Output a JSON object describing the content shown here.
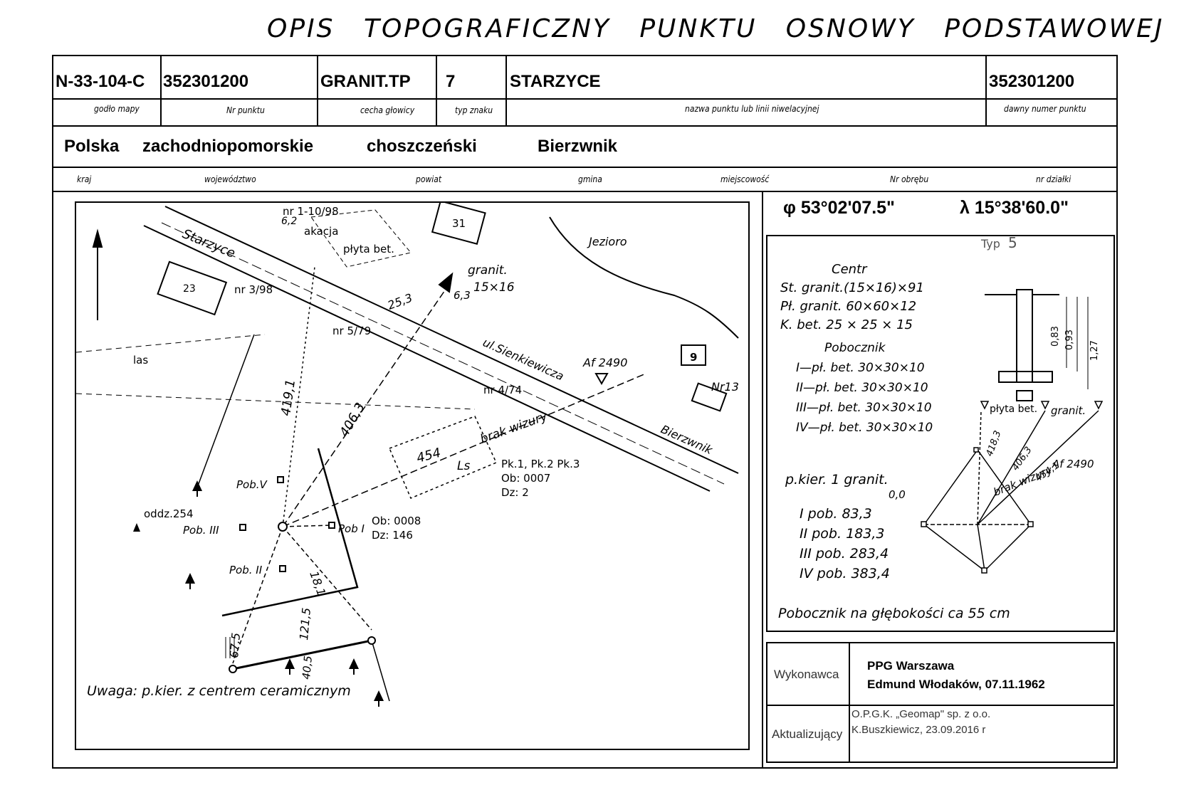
{
  "title": "OPIS TOPOGRAFICZNY PUNKTU OSNOWY PODSTAWOWEJ",
  "header": {
    "godlo": "N-33-104-C",
    "nr_punktu": "352301200",
    "cecha": "GRANIT.TP",
    "typ": "7",
    "nazwa": "STARZYCE",
    "dawny_nr": "352301200",
    "labels": {
      "godlo": "godło mapy",
      "nr_punktu": "Nr punktu",
      "cecha": "cecha głowicy",
      "typ": "typ znaku",
      "nazwa": "nazwa punktu lub linii niwelacyjnej",
      "dawny": "dawny numer punktu"
    }
  },
  "location": {
    "kraj": "Polska",
    "wojewodztwo": "zachodniopomorskie",
    "powiat": "choszczeński",
    "gmina": "Bierzwnik",
    "labels": {
      "kraj": "kraj",
      "woj": "województwo",
      "powiat": "powiat",
      "gmina": "gmina",
      "miejscowosc": "miejscowość",
      "obreb": "Nr obrębu",
      "dzialka": "nr działki"
    }
  },
  "coords": {
    "phi": "φ 53°02'07.5\"",
    "lambda": "λ 15°38'60.0\""
  },
  "map": {
    "street_starzyce": "Starzyce",
    "street_sienkiewicza": "ul.Sienkiewicza",
    "street_bierzwnik": "Bierzwnik",
    "jezioro": "Jezioro",
    "nr1": "nr 1-10/98",
    "akacja": "akacja",
    "plyta": "płyta bet.",
    "nr3": "nr 3/98",
    "nr5": "nr 5/79",
    "nr4": "nr 4/74",
    "granit": "granit.",
    "granit_size": "15×16",
    "las": "las",
    "af": "Af 2490",
    "nr13": "Nr13",
    "house23": "23",
    "house31": "31",
    "house9": "9",
    "brak": "brak wizury",
    "d454": "454",
    "ls": "Ls",
    "d419": "419,1",
    "d406": "406,3",
    "d121": "121,5",
    "d675": "67,5",
    "d405": "40,5",
    "d181": "18,1",
    "d253": "25,3",
    "d63": "6,3",
    "d62": "6,2",
    "pk": "Pk.1, Pk.2 Pk.3",
    "ob7": "Ob: 0007",
    "dz2": "Dz: 2",
    "ob8": "Ob: 0008",
    "dz146": "Dz: 146",
    "oddz": "oddz.254",
    "pob1": "Pob I",
    "pob2": "Pob. II",
    "pob3": "Pob. III",
    "pob5": "Pob.V",
    "uwaga": "Uwaga: p.kier. z centrem ceramicznym"
  },
  "spec": {
    "typ_label": "Typ",
    "typ_value": "5",
    "centr": "Centr",
    "centr_lines": [
      "St. granit.(15×16)×91",
      "Pł. granit. 60×60×12",
      "K. bet. 25 × 25 × 15"
    ],
    "pob_title": "Pobocznik",
    "pob_lines": [
      "I—pł. bet. 30×30×10",
      "II—pł. bet. 30×30×10",
      "III—pł. bet. 30×30×10",
      "IV—pł. bet. 30×30×10"
    ],
    "kier": "p.kier. 1 granit.",
    "kier_val": "0,0",
    "angles": [
      "I pob. 83,3",
      "II pob. 183,3",
      "III pob. 283,4",
      "IV pob. 383,4"
    ],
    "depth_note": "Pobocznik na głębokości ca 55 cm",
    "dims": [
      "0,83",
      "0,93",
      "1,27"
    ],
    "sketch_plyta": "płyta bet.",
    "sketch_granit": "granit.",
    "sketch_af": "Af 2490",
    "sketch_brak": "brak wizury",
    "sketch_d1": "418,3",
    "sketch_d2": "406,3",
    "sketch_d3": "454,1"
  },
  "footer": {
    "wykonawca_label": "Wykonawca",
    "wykonawca_1": "PPG Warszawa",
    "wykonawca_2": "Edmund Włodaków, 07.11.1962",
    "aktual_label": "Aktualizujący",
    "aktual_1": "O.P.G.K. „Geomap\" sp. z o.o.",
    "aktual_2": "K.Buszkiewicz, 23.09.2016 r"
  }
}
